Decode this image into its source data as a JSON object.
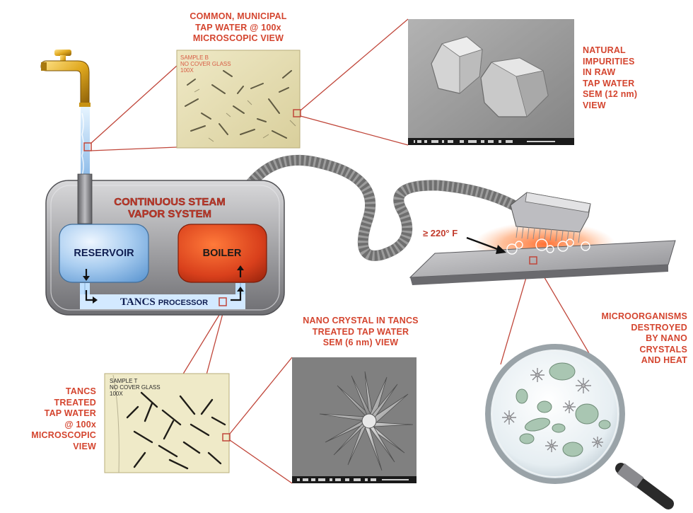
{
  "labels": {
    "tap_water": [
      "COMMON, MUNICIPAL",
      "TAP WATER @ 100x",
      "MICROSCOPIC VIEW"
    ],
    "impurities": [
      "NATURAL",
      "IMPURITIES",
      "IN RAW",
      "TAP WATER",
      "SEM (12 nm)",
      "VIEW"
    ],
    "system_title": [
      "CONTINUOUS STEAM",
      "VAPOR SYSTEM"
    ],
    "reservoir": "RESERVOIR",
    "boiler": "BOILER",
    "processor_brand": "TANCS",
    "processor_word": "PROCESSOR",
    "temperature": "≥ 220° F",
    "nano_crystal": [
      "NANO CRYSTAL IN TANCS",
      "TREATED  TAP WATER",
      "SEM (6 nm) VIEW"
    ],
    "microorganisms": [
      "MICROORGANISMS",
      "DESTROYED",
      "BY NANO",
      "CRYSTALS",
      "AND HEAT"
    ],
    "treated_water": [
      "TANCS",
      "TREATED",
      "TAP WATER",
      "@ 100x",
      "MICROSCOPIC",
      "VIEW"
    ]
  },
  "sample_captions": {
    "raw": [
      "SAMPLE B",
      "NO COVER GLASS",
      "100X"
    ],
    "treated": [
      "SAMPLE T",
      "NO COVER GLASS",
      "100X"
    ]
  },
  "colors": {
    "label": "#d4452f",
    "reservoir": "#7fb6e6",
    "boiler": "#d9401c",
    "housing": "#a6a6a8",
    "hose": "#7d7d7d",
    "connector": "#c0463a"
  },
  "icons": [
    "faucet-icon",
    "magnifying-glass-icon",
    "steam-brush-icon"
  ]
}
